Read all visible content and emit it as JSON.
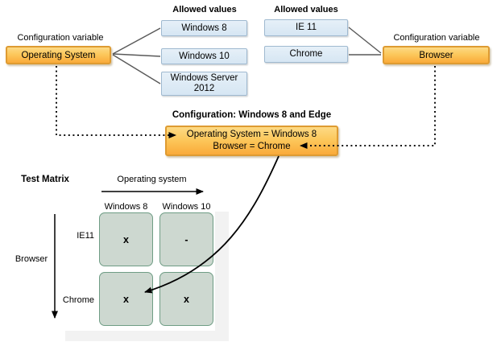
{
  "colors": {
    "variable_box_fill_top": "#FDDA85",
    "variable_box_fill_bottom": "#FAAA39",
    "variable_box_border": "#DE9B32",
    "value_box_fill": "#DCE9F5",
    "value_box_border": "#9FB9D0",
    "matrix_cell_fill": "#CDD8D0",
    "matrix_cell_border": "#6F9D85",
    "connector_line": "#595959",
    "arrow_color": "#000000",
    "shadow_panel": "#F2F2F2"
  },
  "os_variable": {
    "caption": "Configuration variable",
    "name": "Operating System",
    "allowed_values_title": "Allowed values",
    "values": [
      "Windows 8",
      "Windows 10",
      "Windows Server 2012"
    ]
  },
  "browser_variable": {
    "caption": "Configuration variable",
    "name": "Browser",
    "allowed_values_title": "Allowed values",
    "values": [
      "IE 11",
      "Chrome"
    ]
  },
  "configuration": {
    "title": "Configuration: Windows 8 and Edge",
    "assignments": [
      "Operating System = Windows 8",
      "Browser = Chrome"
    ]
  },
  "test_matrix": {
    "title": "Test Matrix",
    "x_axis_label": "Operating system",
    "y_axis_label": "Browser",
    "column_headers": [
      "Windows 8",
      "Windows 10"
    ],
    "row_headers": [
      "IE11",
      "Chrome"
    ],
    "cells": [
      [
        "x",
        "-"
      ],
      [
        "x",
        "x"
      ]
    ]
  }
}
